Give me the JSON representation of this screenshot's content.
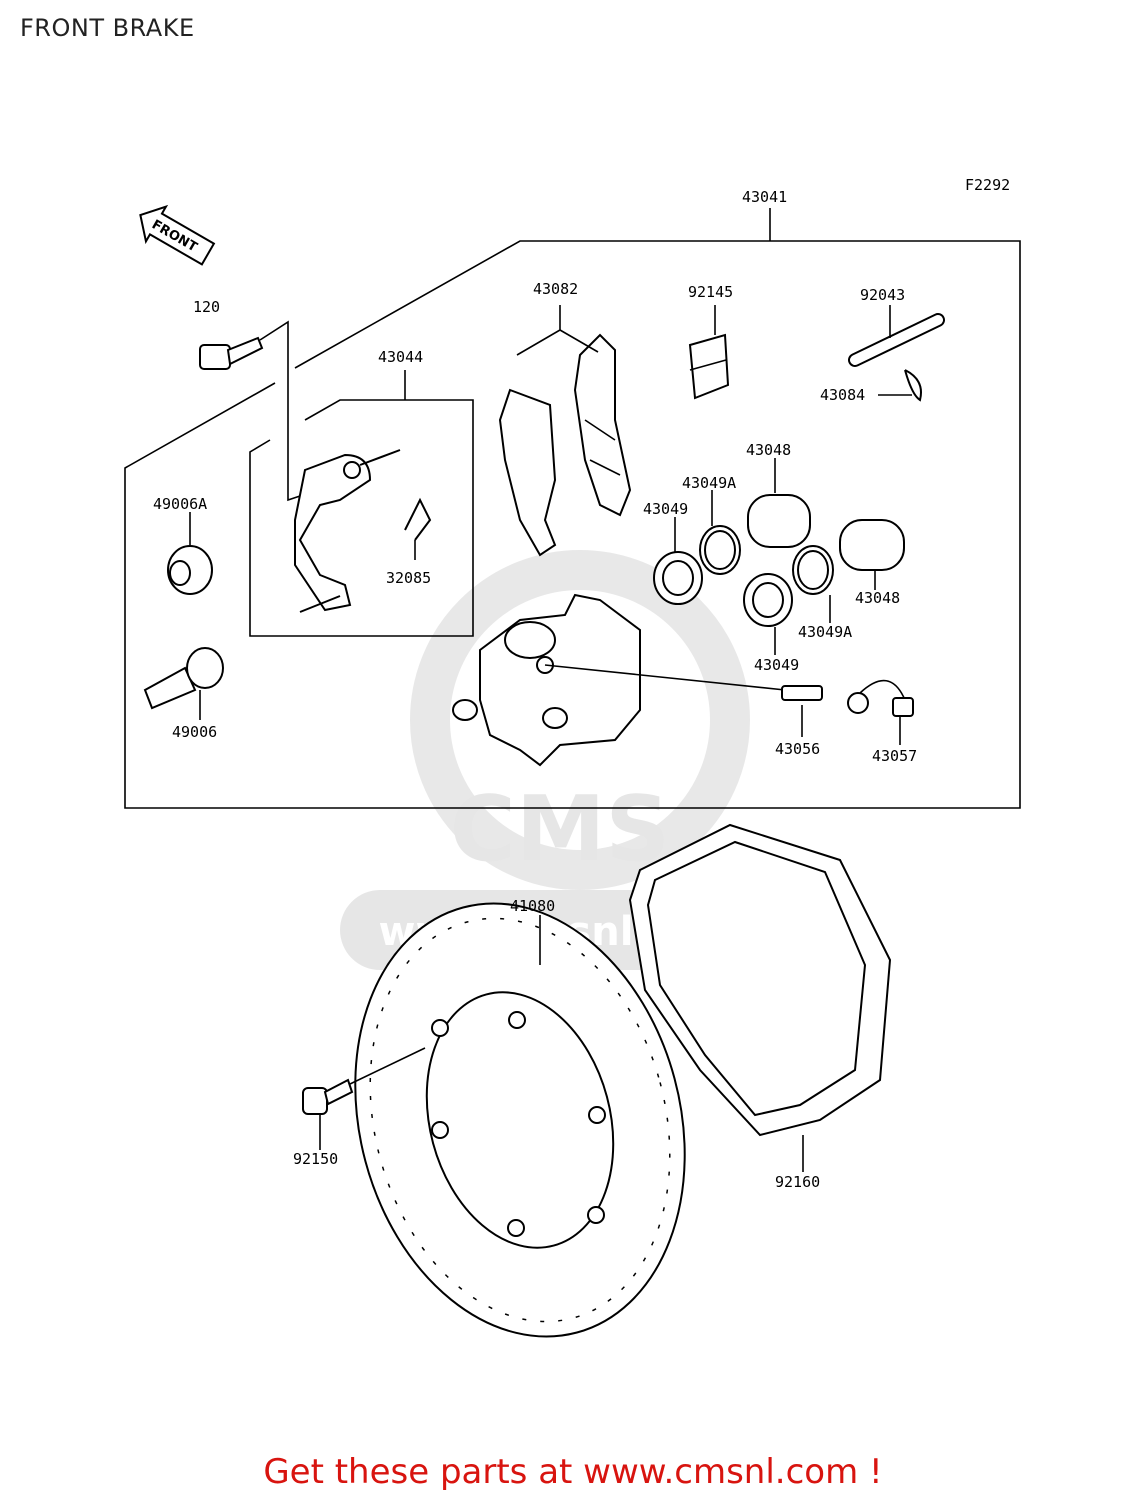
{
  "title": "FRONT BRAKE",
  "figure_code": "F2292",
  "front_arrow_text": "FRONT",
  "watermark_text": "www.cmsnl.com",
  "footer_text": "Get these parts at www.cmsnl.com !",
  "labels": {
    "p43041": "43041",
    "p120": "120",
    "p43044": "43044",
    "p43082": "43082",
    "p92145": "92145",
    "p92043": "92043",
    "p43084": "43084",
    "p43048_top": "43048",
    "p43049a_top": "43049A",
    "p43049_top": "43049",
    "p49006a": "49006A",
    "p32085": "32085",
    "p43048_right": "43048",
    "p43049a_bottom": "43049A",
    "p43049_bottom": "43049",
    "p49006": "49006",
    "p43056": "43056",
    "p43057": "43057",
    "p41080": "41080",
    "p92150": "92150",
    "p92160": "92160"
  }
}
